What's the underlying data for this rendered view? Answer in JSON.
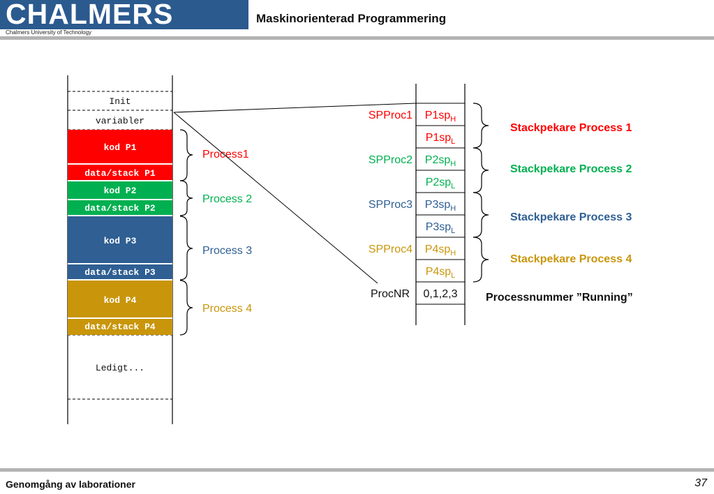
{
  "header": {
    "logo": "CHALMERS",
    "logo_subtitle": "Chalmers University of Technology",
    "title": "Maskinorienterad Programmering"
  },
  "footer": {
    "text": "Genomgång av laborationer",
    "page_number": "37"
  },
  "colors": {
    "p1": "#ff0000",
    "p2": "#00b050",
    "p3": "#2f5f93",
    "p4": "#c9960b"
  },
  "memory": {
    "init": "Init",
    "variabler": "variabler",
    "kod_p1": "kod P1",
    "data_p1": "data/stack P1",
    "kod_p2": "kod P2",
    "data_p2": "data/stack P2",
    "kod_p3": "kod P3",
    "data_p3": "data/stack P3",
    "kod_p4": "kod P4",
    "data_p4": "data/stack P4",
    "ledigt": "Ledigt..."
  },
  "process_labels": {
    "p1": "Process1",
    "p2": "Process 2",
    "p3": "Process 3",
    "p4": "Process 4"
  },
  "variables": {
    "sp1": "SPProc1",
    "sp2": "SPProc2",
    "sp3": "SPProc3",
    "sp4": "SPProc4",
    "procnr": "ProcNR",
    "p1h": "P1sp",
    "p1l": "P1sp",
    "p2h": "P2sp",
    "p2l": "P2sp",
    "p3h": "P3sp",
    "p3l": "P3sp",
    "p4h": "P4sp",
    "p4l": "P4sp",
    "sub_h": "H",
    "sub_l": "L",
    "procnr_value": "0,1,2,3"
  },
  "stack_pointer_labels": {
    "p1": "Stackpekare Process 1",
    "p2": "Stackpekare Process 2",
    "p3": "Stackpekare Process 3",
    "p4": "Stackpekare Process 4",
    "running": "Processnummer ”Running”"
  }
}
